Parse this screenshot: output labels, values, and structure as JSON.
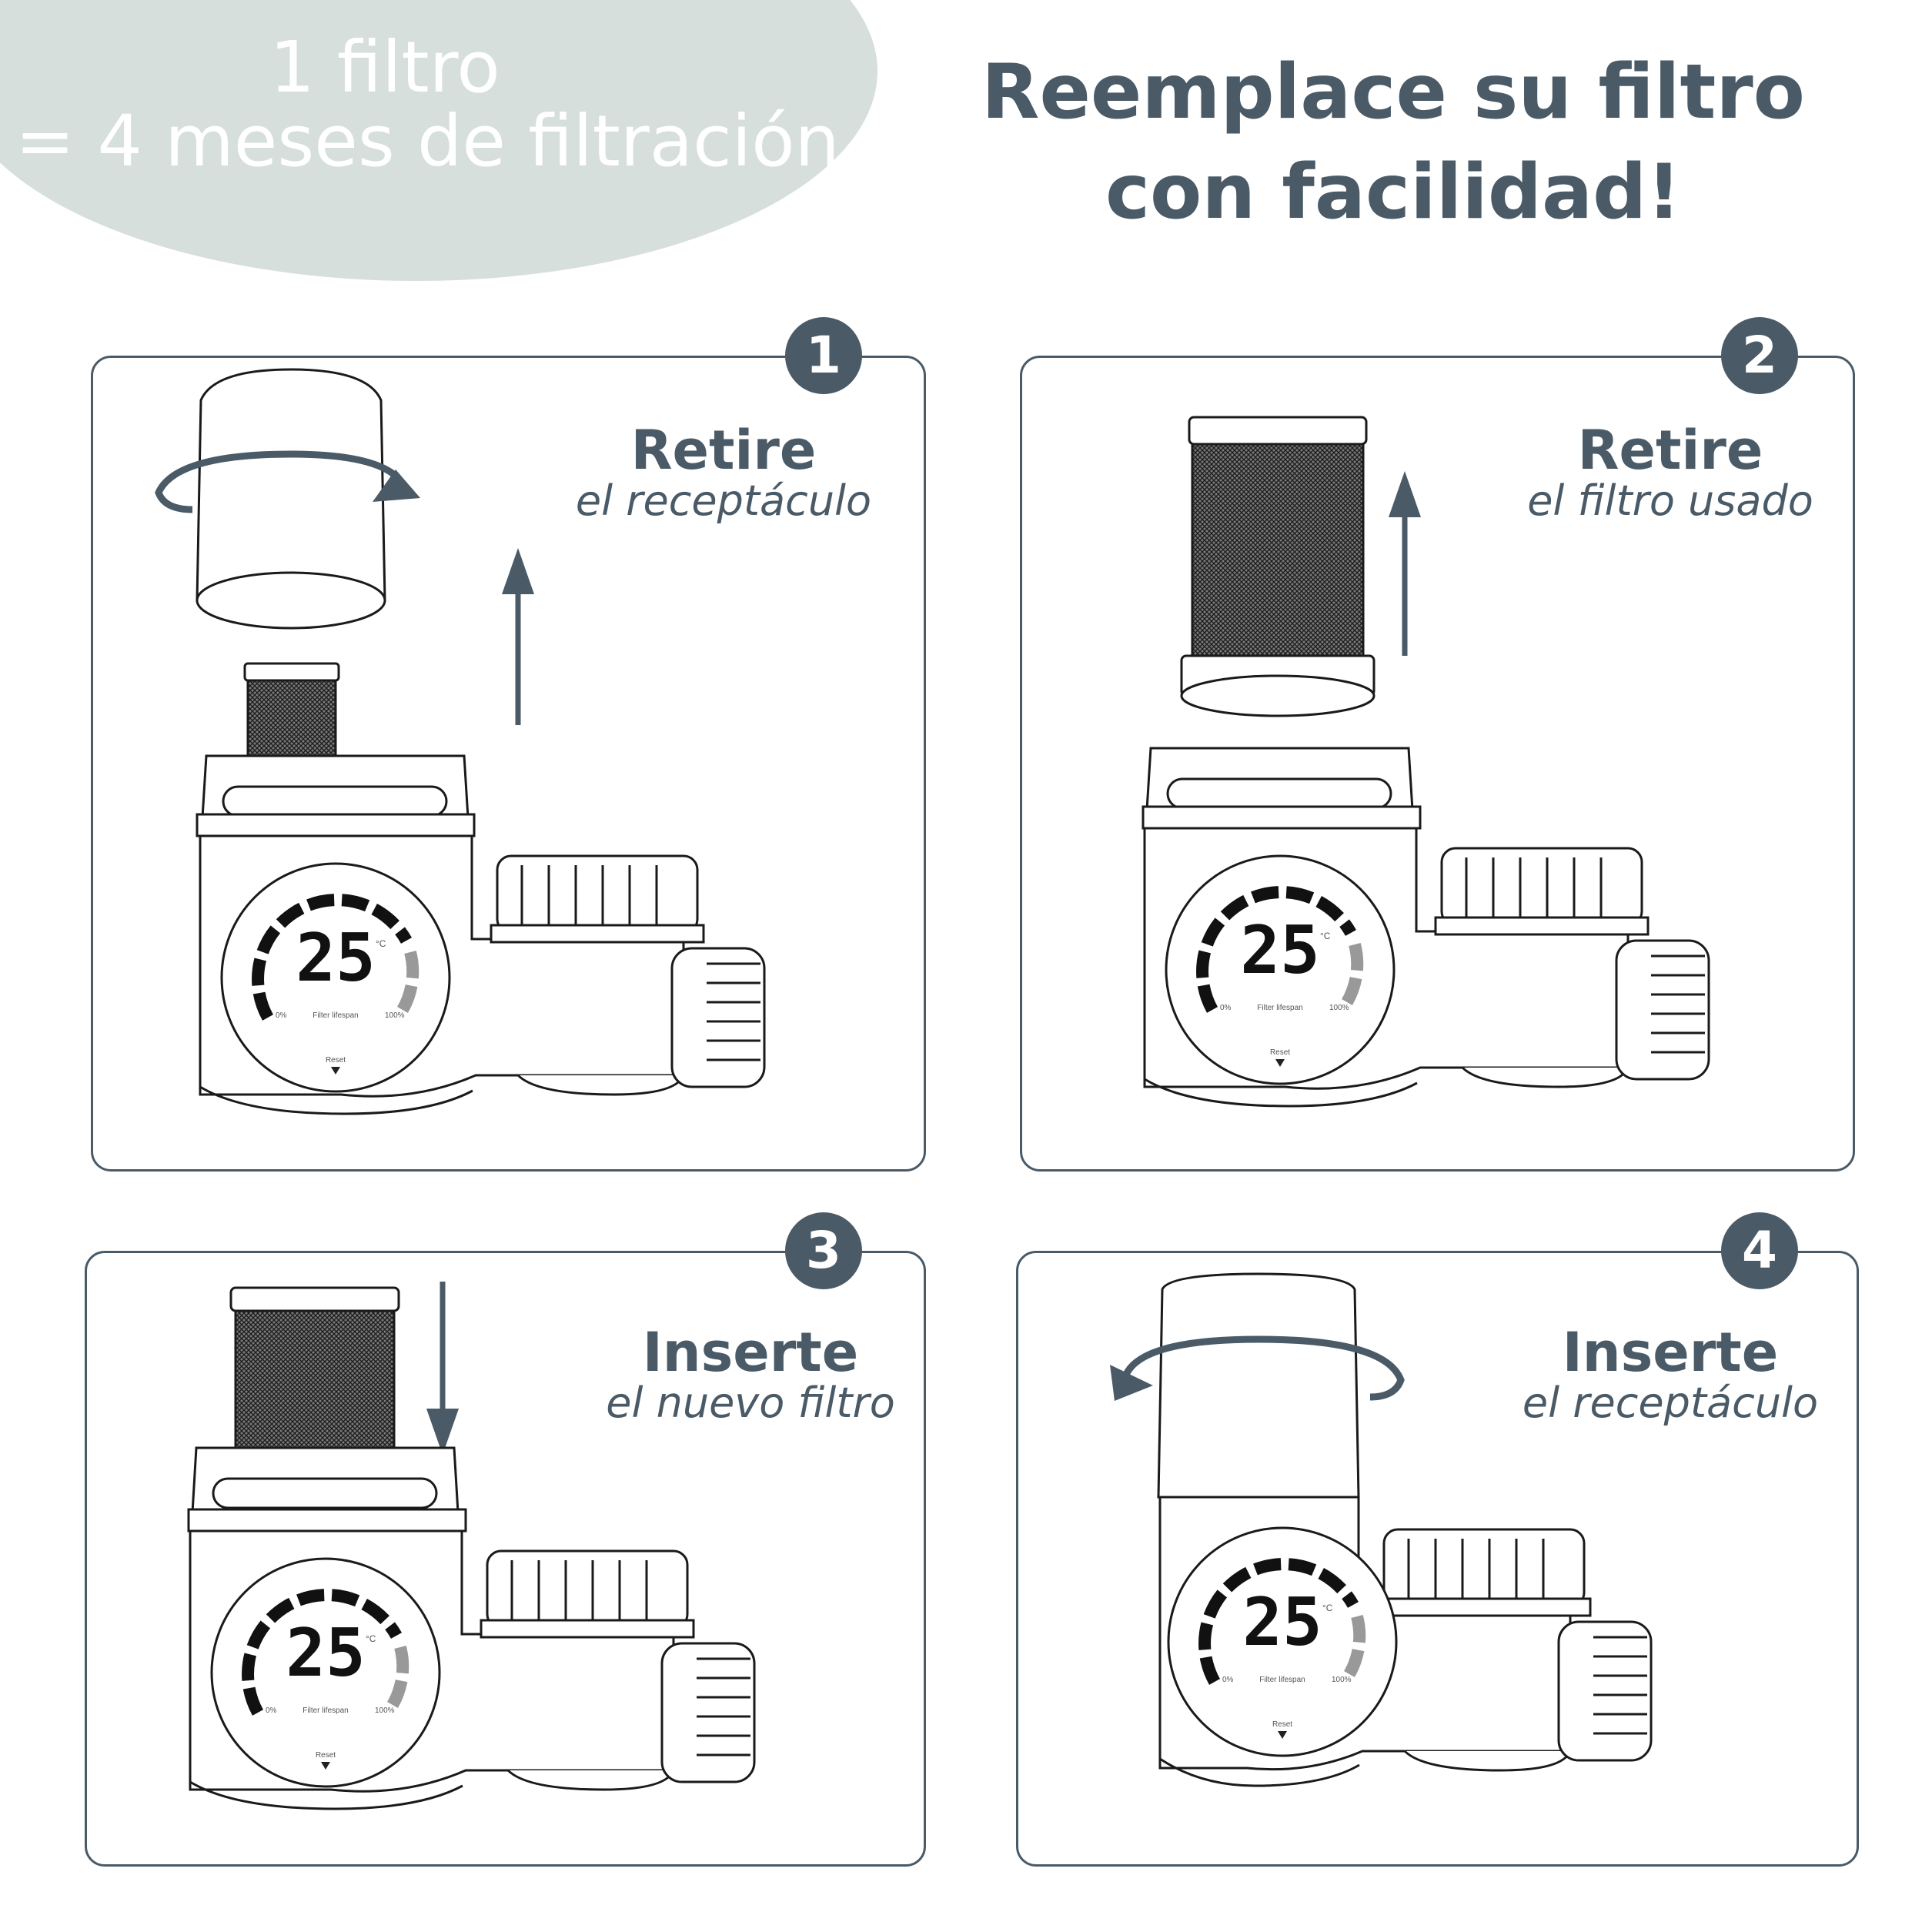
{
  "banner": {
    "line1": "1 filtro",
    "line2": "= 4 meses de filtración"
  },
  "title": {
    "line1": "Reemplace su filtro",
    "line2": "con facilidad!"
  },
  "steps": [
    {
      "number": "1",
      "verb": "Retire",
      "object": "el receptáculo"
    },
    {
      "number": "2",
      "verb": "Retire",
      "object": "el filtro usado"
    },
    {
      "number": "3",
      "verb": "Inserte",
      "object": "el nuevo filtro"
    },
    {
      "number": "4",
      "verb": "Inserte",
      "object": "el receptáculo"
    }
  ],
  "device": {
    "temperature": "25",
    "unit": "°C",
    "scale_min": "0%",
    "scale_label": "Filter lifespan",
    "scale_max": "100%",
    "reset_label": "Reset"
  },
  "colors": {
    "accent": "#4a5a66",
    "banner": "#d7dfdd",
    "line": "#1a1a1a"
  },
  "icons": [
    "rotation-arrow-icon",
    "up-arrow-icon",
    "down-arrow-icon"
  ]
}
